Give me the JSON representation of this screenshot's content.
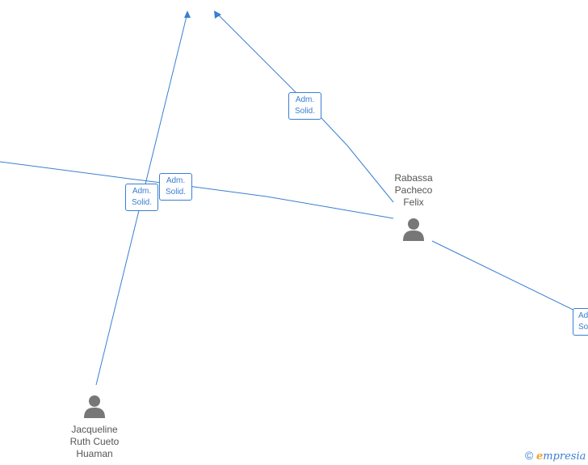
{
  "people": [
    {
      "id": "rabassa",
      "name_lines": [
        "Rabassa",
        "Pacheco",
        "Felix"
      ]
    },
    {
      "id": "jacqueline",
      "name_lines": [
        "Jacqueline",
        "Ruth Cueto",
        "Huaman"
      ]
    }
  ],
  "roles": [
    {
      "id": "role-1",
      "line1": "Adm.",
      "line2": "Solid."
    },
    {
      "id": "role-2",
      "line1": "Adm.",
      "line2": "Solid."
    },
    {
      "id": "role-3",
      "line1": "Adm.",
      "line2": "Solid."
    },
    {
      "id": "role-4",
      "line1": "Adm",
      "line2": "So"
    }
  ],
  "branding": {
    "copyright_symbol": "©",
    "logo_first": "e",
    "logo_rest": "mpresia"
  },
  "colors": {
    "edge": "#3a7fd0",
    "person": "#777777",
    "text": "#555555",
    "logo_accent": "#f0a020"
  }
}
